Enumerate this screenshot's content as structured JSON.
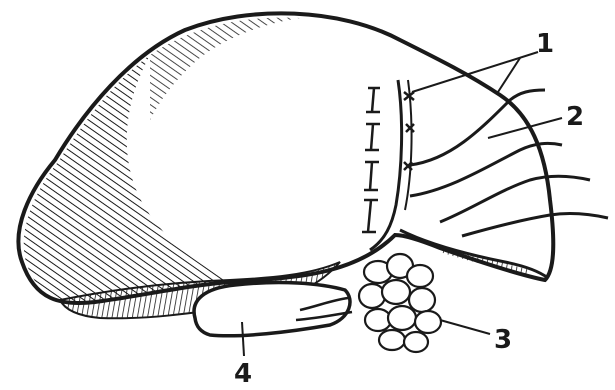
{
  "labels": {
    "l1": "1",
    "l2": "2",
    "l3": "3",
    "l4": "4"
  },
  "colors": {
    "ink": "#1a1a1a",
    "paper": "#ffffff",
    "shade": "#2b2b2b"
  }
}
